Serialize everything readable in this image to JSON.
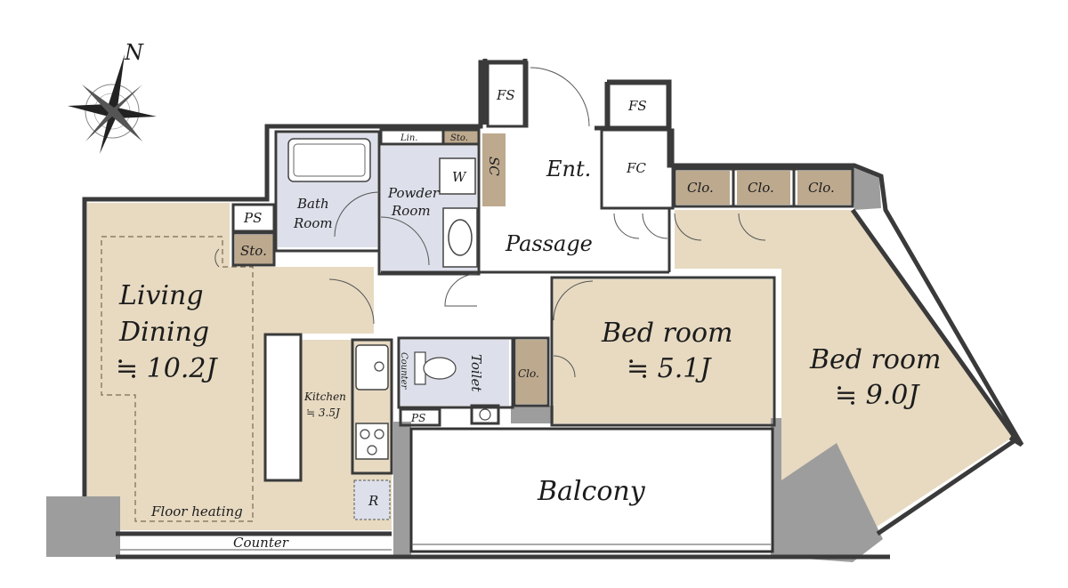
{
  "compass": {
    "north": "N"
  },
  "colors": {
    "room_beige": "#e7dac1",
    "wet_blue": "#dde0ea",
    "storage_brown": "#bda98e",
    "column_grey": "#9d9d9d",
    "wall": "#3a3a3a"
  },
  "rooms": {
    "living_dining": {
      "line1": "Living",
      "line2": "Dining",
      "area": "≒ 10.2J"
    },
    "kitchen": {
      "label": "Kitchen",
      "area": "≒ 3.5J"
    },
    "bedroom_small": {
      "label": "Bed room",
      "area": "≒ 5.1J"
    },
    "bedroom_large": {
      "label": "Bed room",
      "area": "≒ 9.0J"
    },
    "bath": {
      "line1": "Bath",
      "line2": "Room"
    },
    "powder": {
      "line1": "Powder",
      "line2": "Room"
    },
    "toilet": "Toilet",
    "passage": "Passage",
    "entrance": "Ent.",
    "balcony": "Balcony"
  },
  "labels": {
    "floor_heating": "Floor heating",
    "counter_bottom": "Counter",
    "counter_vertical": "Counter",
    "fs1": "FS",
    "fs2": "FS",
    "fc": "FC",
    "sc": "SC",
    "w": "W",
    "lin": "Lin.",
    "sto_top": "Sto.",
    "sto_left": "Sto.",
    "ps_top": "PS",
    "ps_toilet": "PS",
    "r": "R",
    "clo1": "Clo.",
    "clo2": "Clo.",
    "clo3": "Clo.",
    "clo_toilet": "Clo."
  }
}
